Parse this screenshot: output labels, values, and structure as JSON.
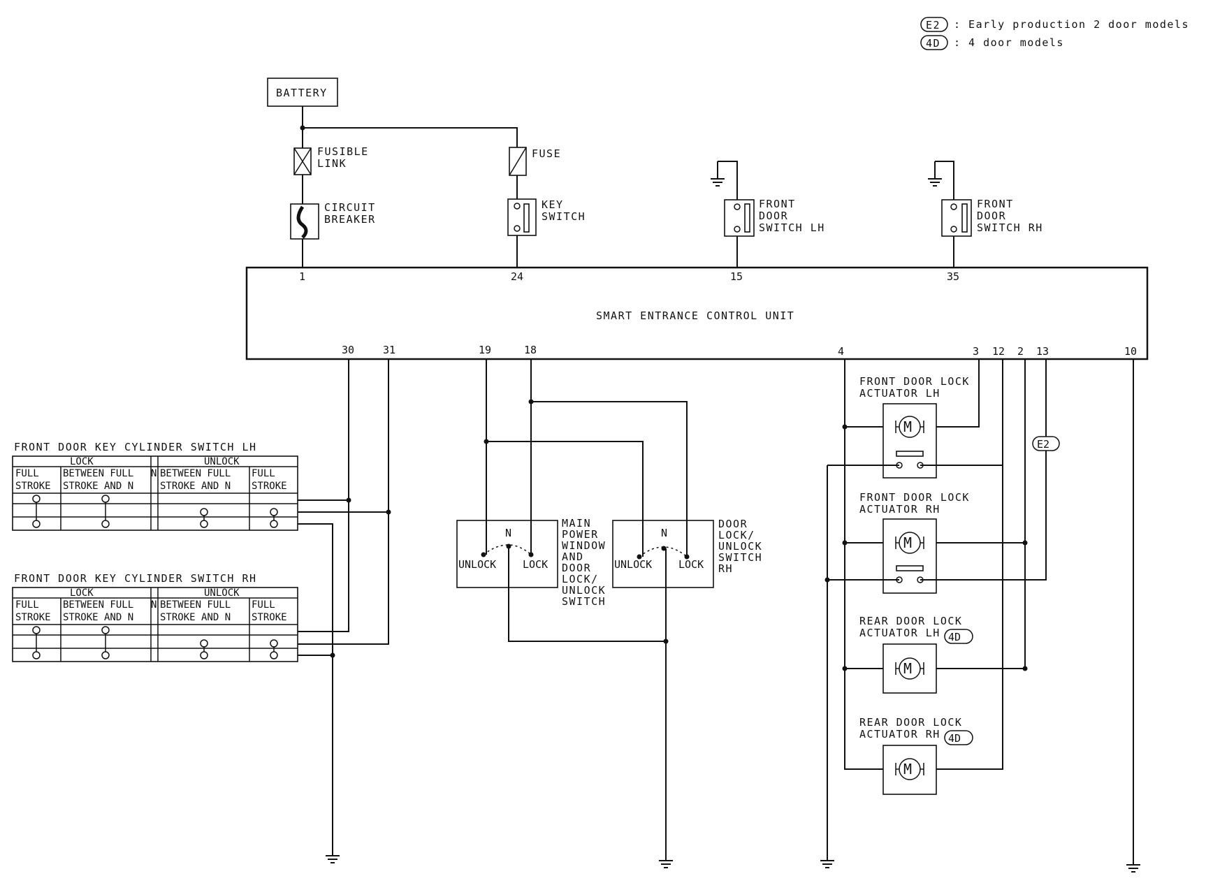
{
  "legend": [
    {
      "code": "E2",
      "text": ": Early production 2 door models"
    },
    {
      "code": "4D",
      "text": ": 4 door models"
    }
  ],
  "battery": "BATTERY",
  "fusible_link": [
    "FUSIBLE",
    "LINK"
  ],
  "fuse": "FUSE",
  "circuit_breaker": [
    "CIRCUIT",
    "BREAKER"
  ],
  "key_switch": [
    "KEY",
    "SWITCH"
  ],
  "front_door_switch_lh": [
    "FRONT",
    "DOOR",
    "SWITCH LH"
  ],
  "front_door_switch_rh": [
    "FRONT",
    "DOOR",
    "SWITCH RH"
  ],
  "control_unit": {
    "title": "SMART ENTRANCE CONTROL UNIT",
    "top_pins": [
      "1",
      "24",
      "15",
      "35"
    ],
    "bottom_pins": [
      "30",
      "31",
      "19",
      "18",
      "4",
      "3",
      "12",
      "2",
      "13",
      "10"
    ]
  },
  "key_cylinder_lh": {
    "title": "FRONT DOOR KEY CYLINDER SWITCH LH",
    "groups": [
      "LOCK",
      "UNLOCK"
    ],
    "columns": [
      [
        "FULL",
        "STROKE"
      ],
      [
        "BETWEEN FULL",
        "STROKE AND N"
      ],
      [
        "N"
      ],
      [
        "BETWEEN FULL",
        "STROKE AND N"
      ],
      [
        "FULL",
        "STROKE"
      ]
    ]
  },
  "key_cylinder_rh": {
    "title": "FRONT DOOR KEY CYLINDER SWITCH RH",
    "groups": [
      "LOCK",
      "UNLOCK"
    ],
    "columns": [
      [
        "FULL",
        "STROKE"
      ],
      [
        "BETWEEN FULL",
        "STROKE AND N"
      ],
      [
        "N"
      ],
      [
        "BETWEEN FULL",
        "STROKE AND N"
      ],
      [
        "FULL",
        "STROKE"
      ]
    ]
  },
  "main_switch": {
    "label": [
      "MAIN",
      "POWER",
      "WINDOW",
      "AND",
      "DOOR",
      "LOCK/",
      "UNLOCK",
      "SWITCH"
    ],
    "n": "N",
    "unlock": "UNLOCK",
    "lock": "LOCK"
  },
  "door_switch_rh": {
    "label": [
      "DOOR",
      "LOCK/",
      "UNLOCK",
      "SWITCH",
      "RH"
    ],
    "n": "N",
    "unlock": "UNLOCK",
    "lock": "LOCK"
  },
  "actuators": [
    {
      "label": [
        "FRONT DOOR LOCK",
        "ACTUATOR LH"
      ],
      "tag": ""
    },
    {
      "label": [
        "FRONT DOOR LOCK",
        "ACTUATOR RH"
      ],
      "tag": ""
    },
    {
      "label": [
        "REAR DOOR LOCK",
        "ACTUATOR LH"
      ],
      "tag": "4D"
    },
    {
      "label": [
        "REAR DOOR LOCK",
        "ACTUATOR RH"
      ],
      "tag": "4D"
    }
  ],
  "motor_symbol": "M",
  "e2_wire_tag": "E2"
}
